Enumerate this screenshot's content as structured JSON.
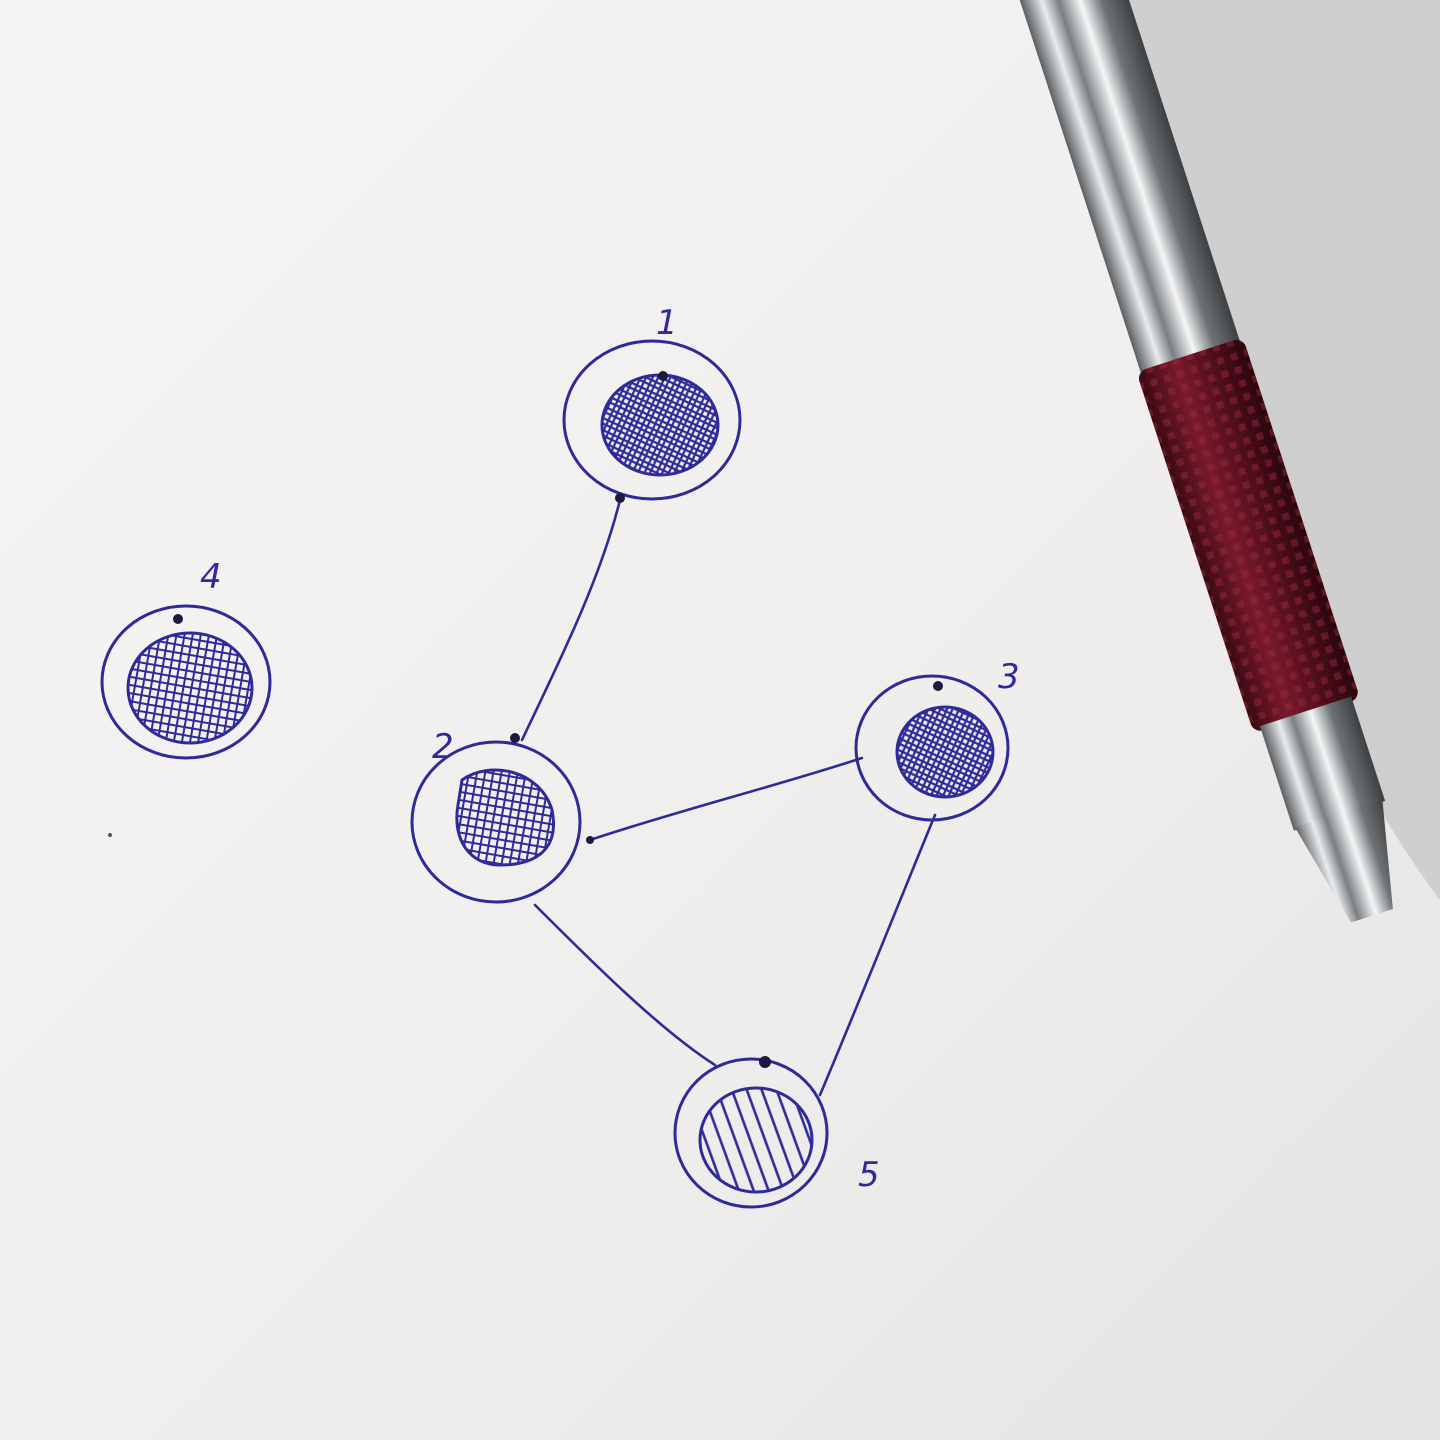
{
  "colors": {
    "ink": "#2f2a9a",
    "paper": "#f1f0ee",
    "shadow": "#bdbdbd",
    "pen_grip": "#5e1220",
    "pen_metal": "#9ea3a6"
  },
  "nodes": [
    {
      "id": "node-1",
      "label": "1"
    },
    {
      "id": "node-2",
      "label": "2"
    },
    {
      "id": "node-3",
      "label": "3"
    },
    {
      "id": "node-4",
      "label": "4"
    },
    {
      "id": "node-5",
      "label": "5"
    }
  ],
  "edges": [
    {
      "from": "1",
      "to": "2"
    },
    {
      "from": "2",
      "to": "3"
    },
    {
      "from": "2",
      "to": "5"
    },
    {
      "from": "3",
      "to": "5"
    }
  ],
  "objects": {
    "pen": "mechanical-pencil-icon"
  }
}
